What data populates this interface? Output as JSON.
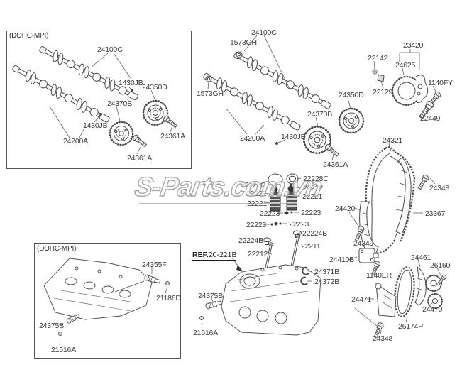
{
  "watermark": {
    "text": "S-Parts.com.vn"
  },
  "ref_note": {
    "bold": "REF.",
    "code": "20-221B"
  },
  "labels": {
    "b1_tag": "(DOHC-MPI)",
    "b1_24100c": "24100C",
    "b1_1430jb_a": "1430JB",
    "b1_24350d": "24350D",
    "b1_24370b": "24370B",
    "b1_1430jb_b": "1430JB",
    "b1_24200a": "24200A",
    "b1_24361a_a": "24361A",
    "b1_24361a_b": "24361A",
    "m_24100c": "24100C",
    "m_1573gh_a": "1573GH",
    "m_1573gh_b": "1573GH",
    "m_24350d": "24350D",
    "m_24370b": "24370B",
    "m_1430jb": "1430JB",
    "m_24200a": "24200A",
    "m_24361a": "24361A",
    "t_23420": "23420",
    "t_22142": "22142",
    "t_24625": "24625",
    "t_1140fy": "1140FY",
    "t_22129": "22129",
    "t_22449": "22449",
    "c_24321": "24321",
    "c_24348": "24348",
    "c_23367": "23367",
    "c_24420": "24420",
    "c_24349": "24349",
    "c_24410b": "24410B",
    "c_1140er": "1140ER",
    "o_24461": "24461",
    "o_26160": "26160",
    "o_24471": "24471",
    "o_24470": "24470",
    "o_26174p": "26174P",
    "o_24348": "24348",
    "v_22228c": "22228C",
    "v_22222_r": "22222",
    "v_22221_r": "22221",
    "v_22228c_l": "22228C",
    "v_22222_l": "22222",
    "v_22221_l": "22221",
    "v_22223_al": "22223",
    "v_22223_ar": "22223",
    "v_22223_bl": "22223",
    "v_22223_br": "22223",
    "v_22224b_r": "22224B",
    "v_22224b_l": "22224B",
    "v_22211": "22211",
    "v_22212": "22212",
    "g_24371b": "24371B",
    "g_24372b": "24372B",
    "bc_24375b": "24375B",
    "bc_21516a": "21516A",
    "b2_tag": "(DOHC-MPI)",
    "b2_24355f": "24355F",
    "b2_21186d": "21186D",
    "b2_24375b": "24375B",
    "b2_21516a": "21516A"
  }
}
